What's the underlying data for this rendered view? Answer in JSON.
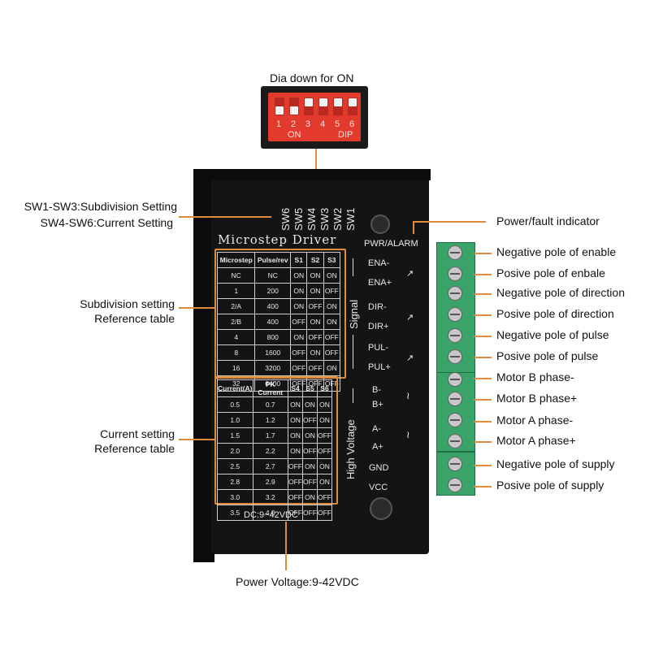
{
  "top_label": "Dia down for ON",
  "dip": {
    "numbers": [
      "1",
      "2",
      "3",
      "4",
      "5",
      "6"
    ],
    "on_label": "ON",
    "dip_label": "DIP"
  },
  "left_callouts": {
    "sw_subdivision": "SW1-SW3:Subdivision Setting",
    "sw_current": "SW4-SW6:Current Setting",
    "subdivision_ref_1": "Subdivision setting",
    "subdivision_ref_2": "Reference table",
    "current_ref_1": "Current setting",
    "current_ref_2": "Reference table"
  },
  "driver": {
    "switch_labels": [
      "SW6",
      "SW5",
      "SW4",
      "SW3",
      "SW2",
      "SW1"
    ],
    "pwr_alarm": "PWR/ALARM",
    "title": "Microstep Driver",
    "signal_label": "Signal",
    "high_voltage_label": "High Voltage",
    "power_label": "DC:9~42VDC",
    "signal_pins": [
      "ENA-",
      "ENA+",
      "DIR-",
      "DIR+",
      "PUL-",
      "PUL+"
    ],
    "power_pins": [
      "B-",
      "B+",
      "A-",
      "A+",
      "GND",
      "VCC"
    ]
  },
  "microstep_table": {
    "headers": [
      "Microstep",
      "Pulse/rev",
      "S1",
      "S2",
      "S3"
    ],
    "rows": [
      [
        "NC",
        "NC",
        "ON",
        "ON",
        "ON"
      ],
      [
        "1",
        "200",
        "ON",
        "ON",
        "OFF"
      ],
      [
        "2/A",
        "400",
        "ON",
        "OFF",
        "ON"
      ],
      [
        "2/B",
        "400",
        "OFF",
        "ON",
        "ON"
      ],
      [
        "4",
        "800",
        "ON",
        "OFF",
        "OFF"
      ],
      [
        "8",
        "1600",
        "OFF",
        "ON",
        "OFF"
      ],
      [
        "16",
        "3200",
        "OFF",
        "OFF",
        "ON"
      ],
      [
        "32",
        "6400",
        "OFF",
        "OFF",
        "OFF"
      ]
    ]
  },
  "current_table": {
    "headers": [
      "Current(A)",
      "PK Current",
      "S4",
      "S5",
      "S6"
    ],
    "rows": [
      [
        "0.5",
        "0.7",
        "ON",
        "ON",
        "ON"
      ],
      [
        "1.0",
        "1.2",
        "ON",
        "OFF",
        "ON"
      ],
      [
        "1.5",
        "1.7",
        "ON",
        "ON",
        "OFF"
      ],
      [
        "2.0",
        "2.2",
        "ON",
        "OFF",
        "OFF"
      ],
      [
        "2.5",
        "2.7",
        "OFF",
        "ON",
        "ON"
      ],
      [
        "2.8",
        "2.9",
        "OFF",
        "OFF",
        "ON"
      ],
      [
        "3.0",
        "3.2",
        "OFF",
        "ON",
        "OFF"
      ],
      [
        "3.5",
        "4.0",
        "OFF",
        "OFF",
        "OFF"
      ]
    ]
  },
  "right_callouts": [
    "Power/fault indicator",
    "Negative pole of enable",
    "Posive pole of enbale",
    "Negative pole of direction",
    "Posive pole of direction",
    "Negative pole of pulse",
    "Posive pole of pulse",
    "Motor B phase-",
    "Motor B phase+",
    "Motor A phase-",
    "Motor A phase+",
    "Negative pole of supply",
    "Posive pole of supply"
  ],
  "bottom_label": "Power Voltage:9-42VDC",
  "colors": {
    "accent_line": "#e08a3c",
    "dip_red": "#e23b2e",
    "terminal_green": "#3aa36a",
    "driver_body": "#141414"
  }
}
